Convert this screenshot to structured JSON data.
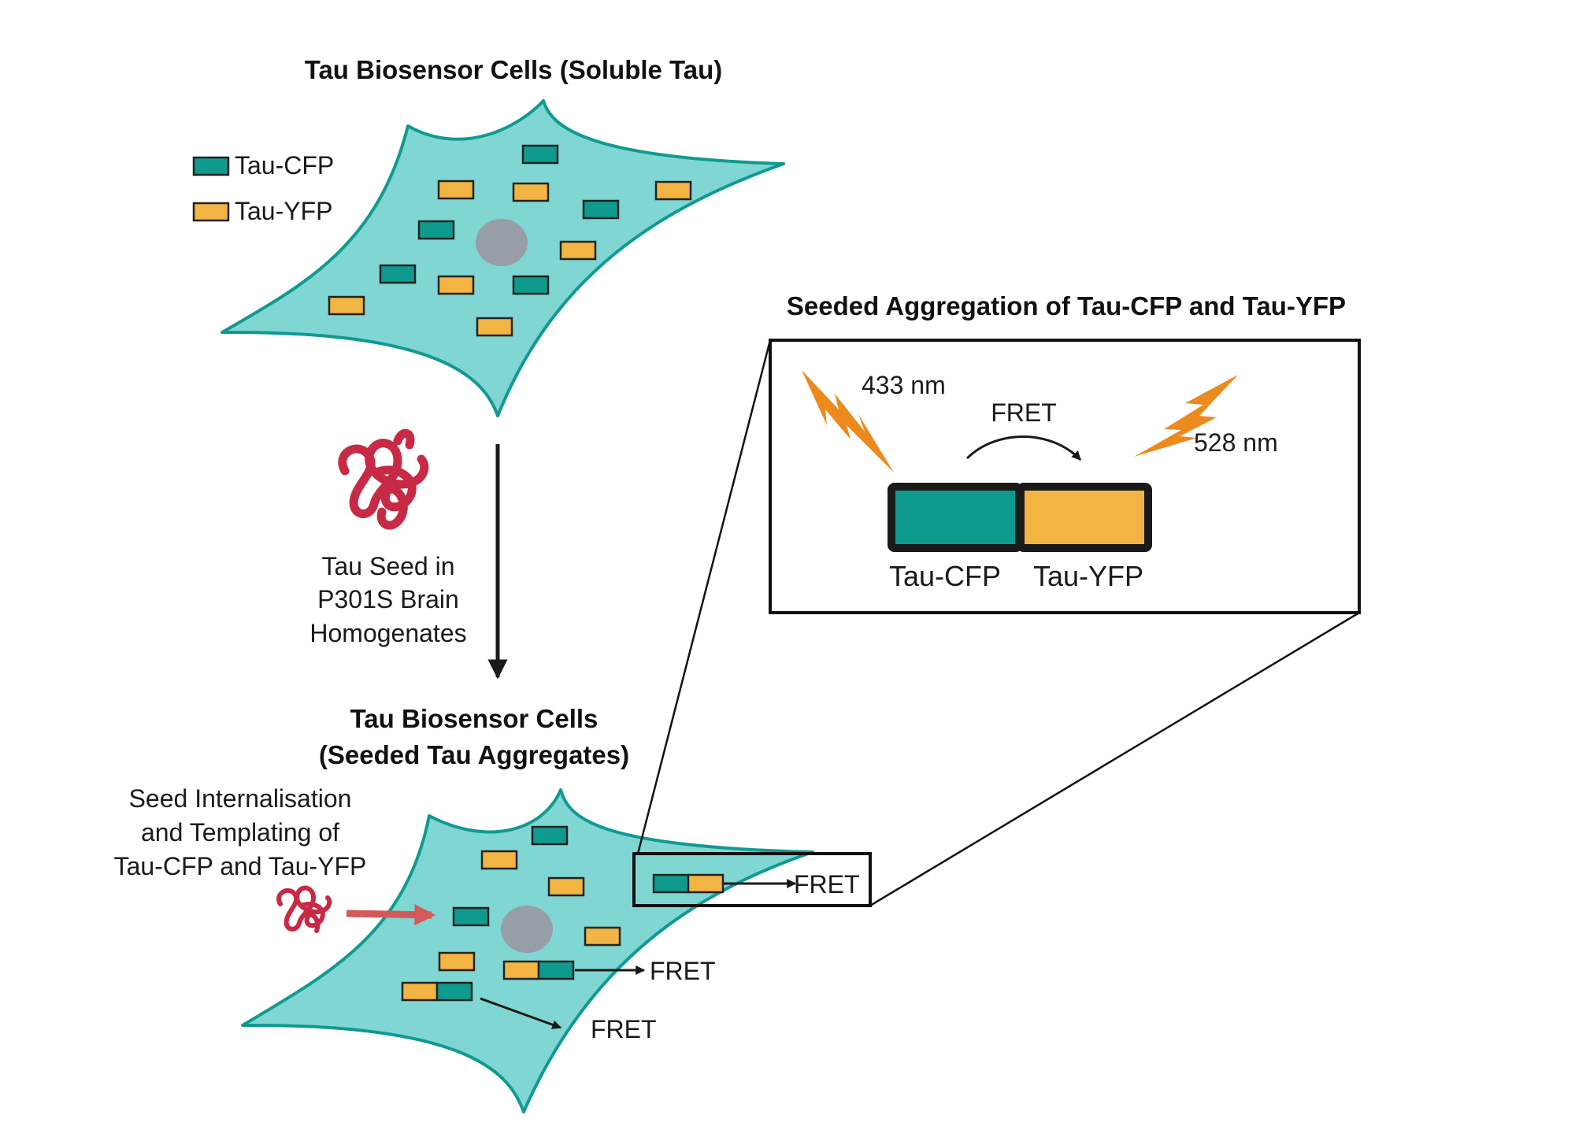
{
  "colors": {
    "cell_fill": "#7fd6d2",
    "cell_stroke": "#109a90",
    "cfp": "#0e9a8c",
    "yfp": "#f2b443",
    "nucleus": "#979ea7",
    "seed": "#c82a46",
    "lightning": "#ec8a1e",
    "internalisation_arrow": "#d45a5a"
  },
  "top_cell": {
    "title": "Tau Biosensor Cells (Soluble Tau)",
    "legend": [
      {
        "label": "Tau-CFP",
        "color": "#0e9a8c"
      },
      {
        "label": "Tau-YFP",
        "color": "#f2b443"
      }
    ]
  },
  "seed": {
    "label_lines": [
      "Tau Seed in",
      "P301S Brain",
      "Homogenates"
    ]
  },
  "bottom_cell": {
    "title_lines": [
      "Tau Biosensor Cells",
      "(Seeded Tau Aggregates)"
    ],
    "internalisation_lines": [
      "Seed Internalisation",
      "and Templating of",
      "Tau-CFP and Tau-YFP"
    ],
    "fret_labels": [
      "FRET",
      "FRET",
      "FRET"
    ]
  },
  "inset": {
    "title": "Seeded Aggregation of Tau-CFP and Tau-YFP",
    "excitation": "433 nm",
    "emission": "528 nm",
    "fret_label": "FRET",
    "cfp_label": "Tau-CFP",
    "yfp_label": "Tau-YFP"
  }
}
